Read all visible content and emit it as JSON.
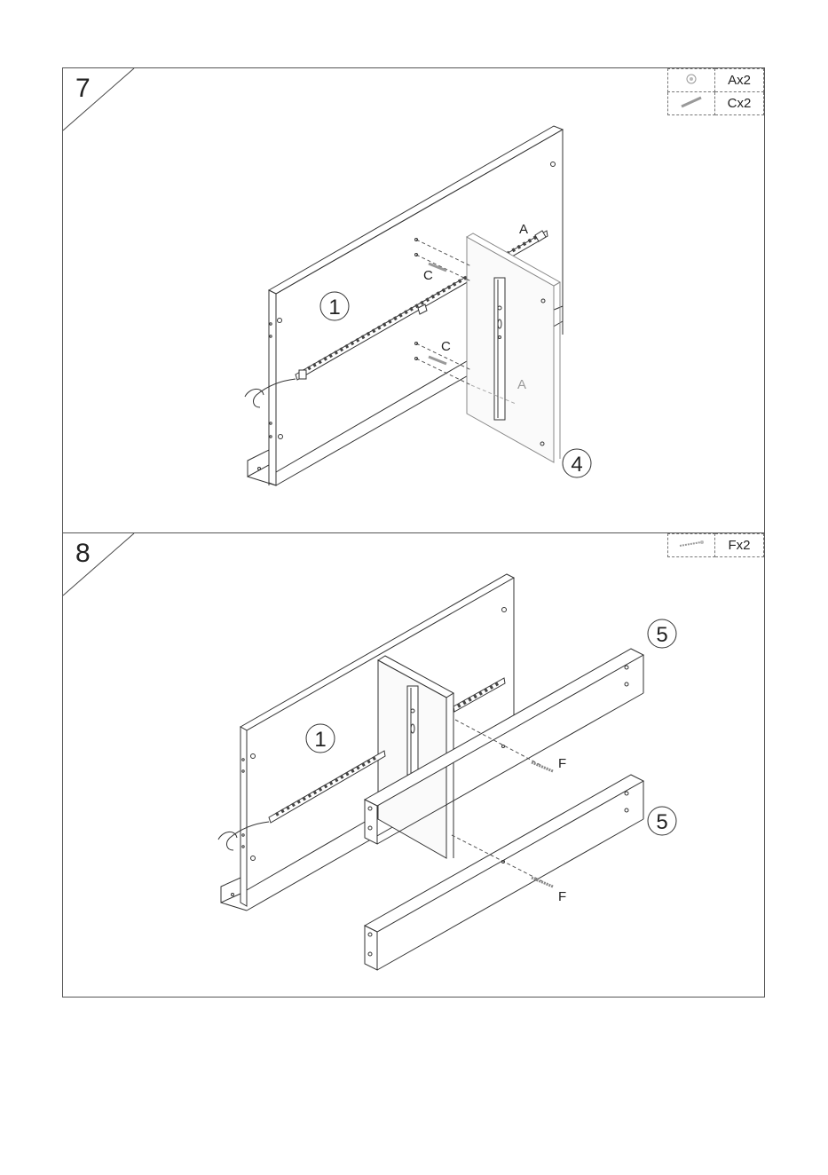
{
  "steps": [
    {
      "number": "7",
      "parts": [
        {
          "icon": "cam-lock-icon",
          "qty": "Ax2"
        },
        {
          "icon": "dowel-pin-icon",
          "qty": "Cx2"
        }
      ],
      "callouts": {
        "panel_main": "1",
        "panel_side": "4"
      },
      "labels": {
        "a_top": "A",
        "c_top": "C",
        "c_bottom": "C",
        "a_bottom": "A"
      }
    },
    {
      "number": "8",
      "parts": [
        {
          "icon": "screw-icon",
          "qty": "Fx2"
        }
      ],
      "callouts": {
        "panel_main": "1",
        "board_top": "5",
        "board_bottom": "5"
      },
      "labels": {
        "f_top": "F",
        "f_bottom": "F"
      }
    }
  ]
}
